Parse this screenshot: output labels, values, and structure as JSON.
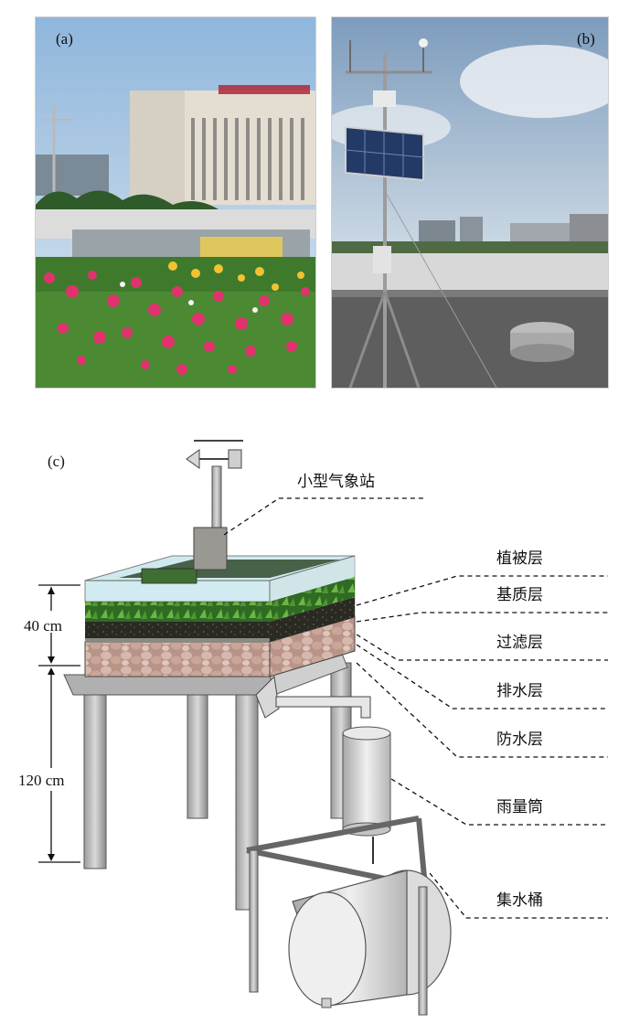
{
  "panels": {
    "a": "(a)",
    "b": "(b)",
    "c": "(c)"
  },
  "labels": {
    "weather_station": "小型气象站",
    "vegetation_layer": "植被层",
    "substrate_layer": "基质层",
    "filter_layer": "过滤层",
    "drainage_layer": "排水层",
    "waterproof_layer": "防水层",
    "rain_gauge": "雨量筒",
    "water_bucket": "集水桶"
  },
  "dimensions": {
    "upper": "40 cm",
    "lower": "120 cm"
  },
  "colors": {
    "sky": "#a9c8e4",
    "flower_pink": "#e0336e",
    "flower_yellow": "#f2c230",
    "foliage": "#3f7a2c",
    "gravel": "#c9a79a",
    "soil": "#2b2b22",
    "glass": "#bfe3ea"
  }
}
